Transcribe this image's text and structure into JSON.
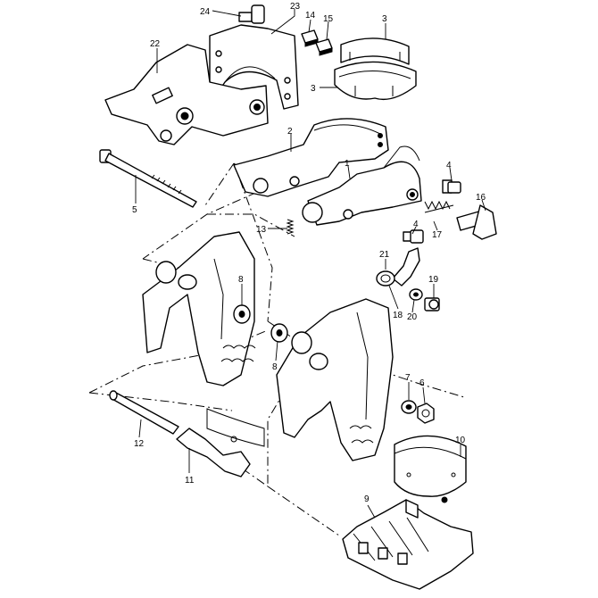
{
  "callouts": {
    "c1": "1",
    "c2": "2",
    "c3a": "3",
    "c3b": "3",
    "c4a": "4",
    "c4b": "4",
    "c6": "6",
    "c7": "7",
    "c8a": "8",
    "c8b": "8",
    "c9": "9",
    "c10": "10",
    "c11": "11",
    "c12": "12",
    "c13": "13",
    "c14": "14",
    "c15": "15",
    "c16": "16",
    "c17": "17",
    "c18": "18",
    "c19": "19",
    "c20": "20",
    "c21": "21",
    "c22": "22",
    "c23": "23",
    "c24": "24"
  }
}
